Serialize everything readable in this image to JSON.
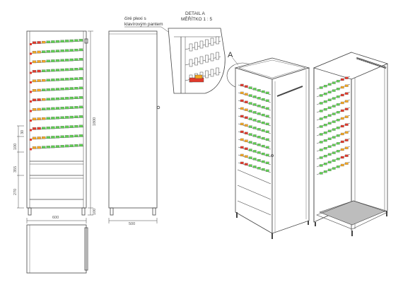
{
  "annotations": {
    "plexi_line1": "čiré plexi s",
    "plexi_line2": "klavírovým pantem",
    "detail_title": "DETAIL A",
    "detail_scale": "MĚŘÍTKO 1 : 5",
    "callout_letter": "A"
  },
  "dimensions": {
    "total_height": "1800",
    "spacing_30": "30",
    "spacing_100": "100",
    "spacing_355": "355",
    "spacing_270": "270",
    "leg_height": "100",
    "front_width": "600",
    "side_depth": "500"
  },
  "colors": {
    "line": "#444444",
    "green": "#5fcf52",
    "orange": "#f3a623",
    "red": "#e23a2c",
    "floor": "#bdbdbd"
  }
}
